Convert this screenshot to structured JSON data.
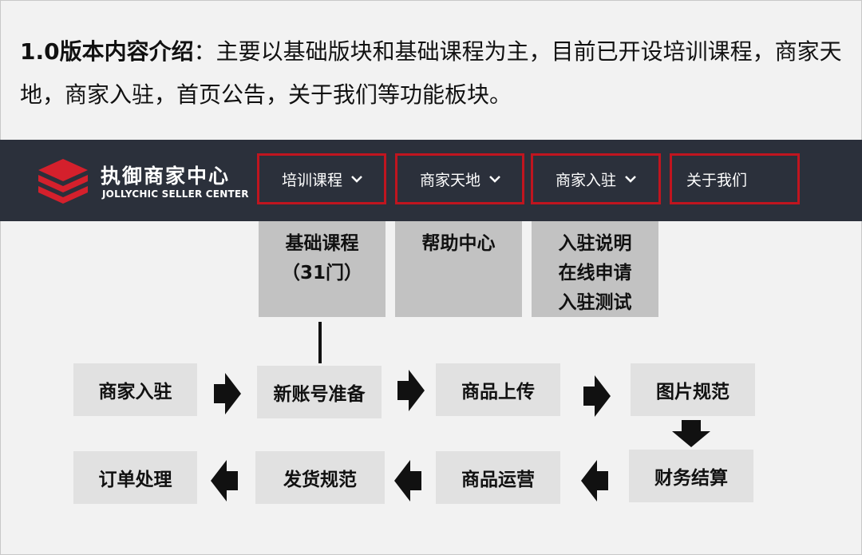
{
  "intro": {
    "bold_label": "1.0版本内容介绍",
    "text": "：主要以基础版块和基础课程为主，目前已开设培训课程，商家天地，商家入驻，首页公告，关于我们等功能板块。"
  },
  "header": {
    "logo_title": "执御商家中心",
    "logo_subtitle": "JOLLYCHIC SELLER CENTER",
    "nav": [
      {
        "label": "培训课程",
        "has_dropdown": true
      },
      {
        "label": "商家天地",
        "has_dropdown": true
      },
      {
        "label": "商家入驻",
        "has_dropdown": true
      },
      {
        "label": "关于我们",
        "has_dropdown": false
      }
    ],
    "colors": {
      "bar": "#2b303b",
      "highlight": "#c0151f",
      "logo": "#d4202c"
    }
  },
  "dropdowns": [
    {
      "lines": [
        "基础课程",
        "（31门）"
      ]
    },
    {
      "lines": [
        "帮助中心"
      ]
    },
    {
      "lines": [
        "入驻说明",
        "在线申请",
        "入驻测试"
      ]
    }
  ],
  "flow": {
    "row1": [
      "商家入驻",
      "新账号准备",
      "商品上传",
      "图片规范"
    ],
    "row2": [
      "订单处理",
      "发货规范",
      "商品运营",
      "财务结算"
    ]
  }
}
